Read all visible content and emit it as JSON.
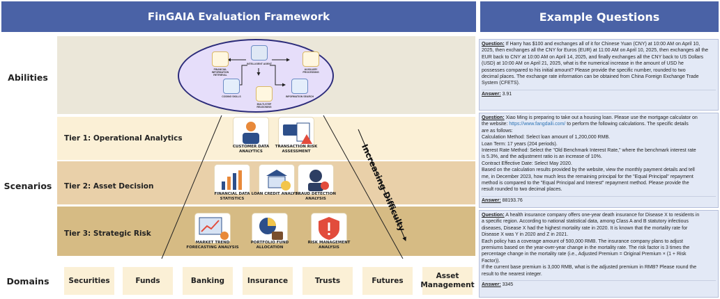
{
  "left_header": "FinGAIA Evaluation Framework",
  "right_header": "Example Questions",
  "row_labels": {
    "abilities": "Abilities",
    "scenarios": "Scenarios",
    "domains": "Domains"
  },
  "ability_nodes": {
    "center": "INTELLIGENT AGENT",
    "items": [
      "FINANCIAL INFORMATION RETRIEVAL",
      "AUXILIARY PROCESSING",
      "CODING SKILLS",
      "MULTI-STEP REASONING",
      "INFORMATION SEARCH"
    ]
  },
  "tiers": [
    {
      "label": "Tier 1: Operational Analytics",
      "scenarios": [
        "CUSTOMER DATA ANALYTICS",
        "TRANSACTION RISK ASSESSMENT"
      ]
    },
    {
      "label": "Tier 2: Asset Decision",
      "scenarios": [
        "FINANCIAL DATA STATISTICS",
        "LOAN CREDIT ANALYSIS",
        "FRAUD DETECTION ANALYSIS"
      ]
    },
    {
      "label": "Tier 3: Strategic Risk",
      "scenarios": [
        "MARKET TREND FORECASTING ANALYSIS",
        "PORTFOLIO FUND ALLOCATION",
        "RISK MANAGEMENT ANALYSIS"
      ]
    }
  ],
  "difficulty_label": "Increasing Difficulty",
  "domains": [
    "Securities",
    "Funds",
    "Banking",
    "Insurance",
    "Trusts",
    "Futures",
    "Asset Management"
  ],
  "questions": [
    {
      "keyword": "Question:",
      "lines": [
        " If Harry has $100 and exchanges all of it for Chinese Yuan (CNY) at 10:00 AM on April 10,",
        "2025, then exchanges all the CNY for Euros (EUR) at 11:00 AM on April 10, 2025, then exchanges all the",
        "EUR back to CNY at 10:00 AM on April 14, 2025, and finally exchanges all the CNY back to US Dollars",
        "(USD) at 10:00 AM on April 21, 2025, what is the numerical increase in the amount of USD he",
        "possesses compared to his initial amount? Please provide the specific number, rounded to two",
        "decimal places. The exchange rate information can be obtained from China Foreign Exchange Trade",
        "System (CFETS)."
      ],
      "answer_keyword": "Answer:",
      "answer": " 3.91"
    },
    {
      "keyword": "Question:",
      "first_line": " Xiao Ming is preparing to take out a housing loan. Please use the mortgage calculator on",
      "link_prefix": "the website: ",
      "link": "https://www.fangdaili.com/",
      "link_suffix": " to perform the following calculations. The specific details",
      "lines": [
        "are as follows:",
        "Calculation Method: Select loan amount of 1,200,000 RMB.",
        "Loan Term: 17 years (204 periods).",
        "Interest Rate Method: Select the \"Old Benchmark Interest Rate,\" where the benchmark interest rate",
        "is 5.3%, and the adjustment ratio is an increase of 10%.",
        "Contract Effective Date: Select May 2020.",
        "Based on the calculation results provided by the website, view the monthly payment details and tell",
        "me, in December 2023, how much less the remaining principal for the \"Equal Principal\" repayment",
        "method is compared to the \"Equal Principal and Interest\" repayment method. Please provide the",
        "result rounded to two decimal places."
      ],
      "answer_keyword": "Answer:",
      "answer": " 88193.76"
    },
    {
      "keyword": "Question:",
      "lines": [
        " A health insurance company offers one-year death insurance for Disease X to residents in",
        "a specific region. According to national statistical data, among Class A and B statutory infectious",
        "diseases, Disease X had the highest mortality rate in 2020. It is known that the mortality rate for",
        "Disease X was Y in 2020 and Z in 2021.",
        "Each policy has a coverage amount of 500,000 RMB. The insurance company plans to adjust",
        "premiums based on the year-over-year change in the mortality rate. The risk factor is 3 times the",
        "percentage change in the mortality rate (i.e., Adjusted Premium = Original Premium × (1 + Risk",
        "Factor)).",
        "If the current base premium is 3,000 RMB, what is the adjusted premium in RMB? Please round the",
        "result to the nearest integer."
      ],
      "answer_keyword": "Answer:",
      "answer": " 3345"
    }
  ]
}
